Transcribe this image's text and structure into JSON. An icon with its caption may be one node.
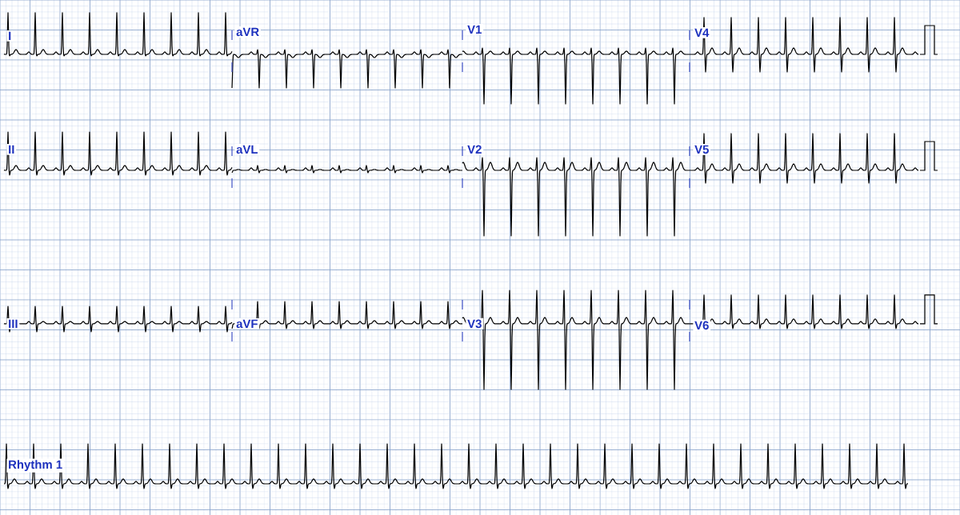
{
  "diagram": {
    "labels": [
      "I",
      "aVR",
      "V1",
      "V4",
      "II",
      "aVL",
      "V2",
      "V5",
      "III",
      "aVF",
      "V3",
      "V6",
      "Rhythm 1"
    ]
  }
}
